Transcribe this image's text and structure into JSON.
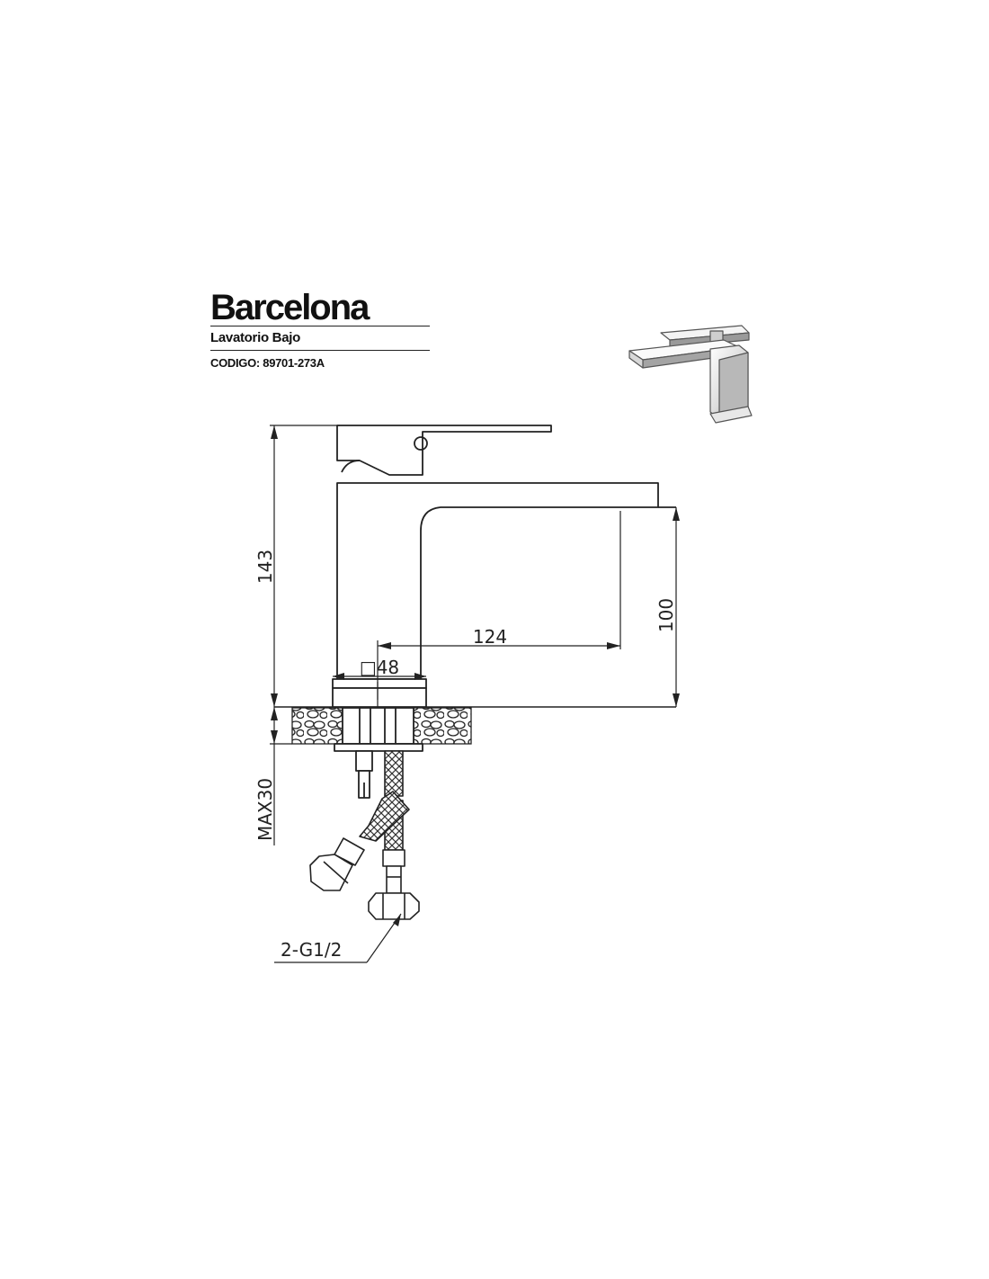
{
  "header": {
    "title": "Barcelona",
    "subtitle": "Lavatorio Bajo",
    "code": "CODIGO: 89701-273A"
  },
  "dimensions": {
    "height_total": "143",
    "spout_reach": "124",
    "spout_height": "100",
    "base_square": "□48",
    "max_thickness": "MAX30",
    "connection": "2-G1/2"
  }
}
